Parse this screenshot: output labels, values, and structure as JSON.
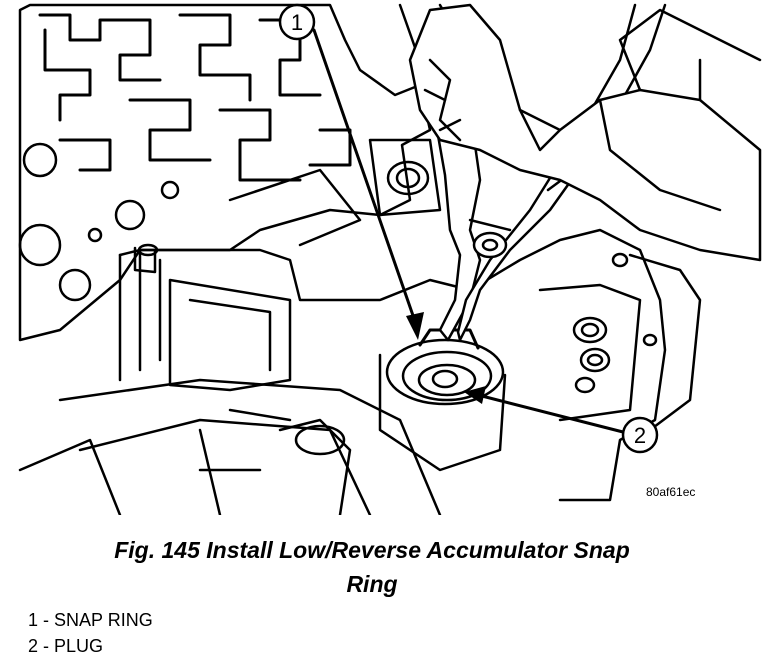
{
  "figure": {
    "image_code": "80af61ec",
    "callouts": [
      {
        "number": "1"
      },
      {
        "number": "2"
      }
    ],
    "caption_line1": "Fig. 145 Install Low/Reverse Accumulator Snap",
    "caption_line2": "Ring",
    "legend": [
      "1 - SNAP RING",
      "2 - PLUG"
    ]
  }
}
